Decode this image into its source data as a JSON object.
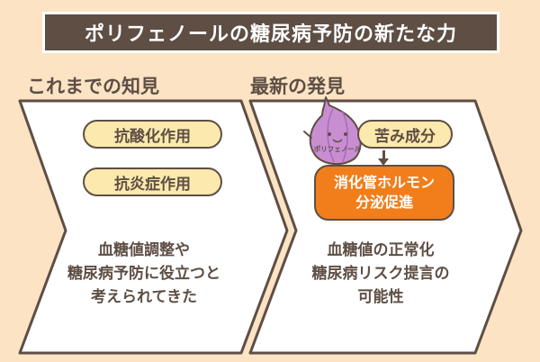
{
  "title": "ポリフェノールの糖尿病予防の新たな力",
  "left_panel": {
    "heading": "これまでの知見",
    "items": [
      "抗酸化作用",
      "抗炎症作用"
    ],
    "summary_lines": [
      "血糖値調整や",
      "糖尿病予防に役立つと",
      "考えられてきた"
    ]
  },
  "right_panel": {
    "heading": "最新の発見",
    "mascot_label": "ポリフェノール",
    "item": "苦み成分",
    "highlight_lines": [
      "消化管ホルモン",
      "分泌促進"
    ],
    "summary_lines": [
      "血糖値の正常化",
      "糖尿病リスク提言の",
      "可能性"
    ]
  },
  "colors": {
    "background": "#fbe3c4",
    "title_bg": "#5e4e44",
    "panel": "#ffffff",
    "pill": "#fce9ad",
    "highlight": "#f17e1b",
    "mascot": "#c98ed2",
    "text": "#5e4e44"
  },
  "icons": [
    "polyphenol-mascot",
    "arrow-down-icon"
  ]
}
